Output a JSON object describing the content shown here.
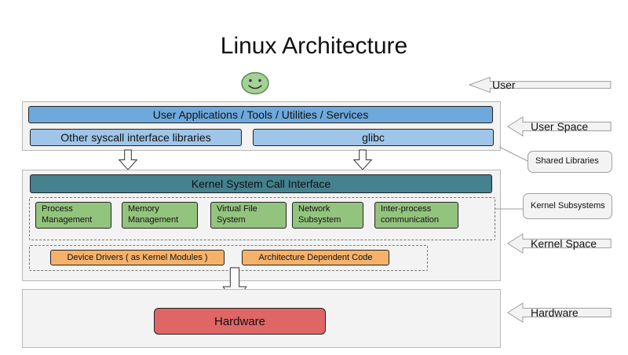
{
  "title": "Linux Architecture",
  "icons": {
    "user_smiley": "smiley-face"
  },
  "user_space": {
    "applications_bar": "User Applications / Tools / Utilities / Services",
    "syscall_libraries": "Other syscall interface libraries",
    "glibc": "glibc"
  },
  "kernel_space": {
    "syscall_interface": "Kernel System Call Interface",
    "subsystems": [
      "Process Management",
      "Memory Management",
      "Virtual File System",
      "Network Subsystem",
      "Inter-process communication"
    ],
    "modules": [
      "Device Drivers ( as Kernel Modules )",
      "Architecture Dependent Code"
    ]
  },
  "hardware_layer": {
    "hardware_box": "Hardware"
  },
  "side_labels": {
    "user": "User",
    "user_space": "User Space",
    "shared_libraries": "Shared Libraries",
    "kernel_subsystems": "Kernel Subsystems",
    "kernel_space": "Kernel Space",
    "hardware": "Hardware"
  },
  "colors": {
    "app_bar_blue": "#6fa8dc",
    "library_blue": "#9fc5e8",
    "syscall_teal": "#45818e",
    "subsystem_green": "#93c47d",
    "module_orange": "#f6b26b",
    "hardware_red": "#e06666",
    "container_gray": "#f3f3f3"
  }
}
